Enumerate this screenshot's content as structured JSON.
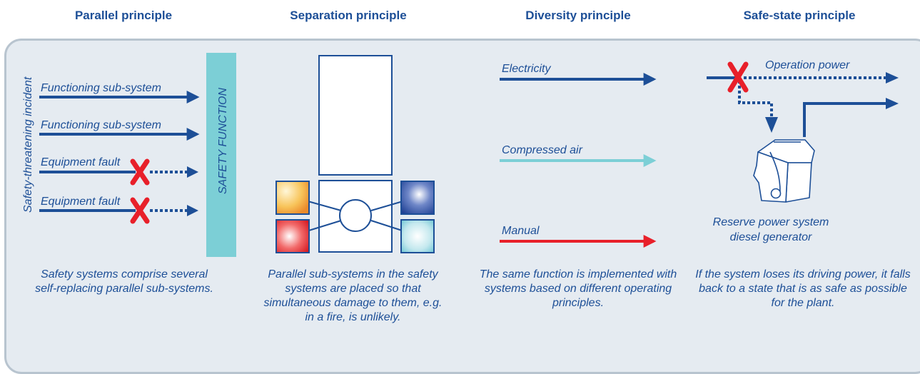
{
  "headers": {
    "parallel": "Parallel principle",
    "separation": "Separation principle",
    "diversity": "Diversity principle",
    "safe_state": "Safe-state principle"
  },
  "parallel": {
    "incident_label": "Safety-threatening incident",
    "safety_function_label": "SAFETY FUNCTION",
    "lines": [
      {
        "label": "Functioning sub-system",
        "status": "ok"
      },
      {
        "label": "Functioning sub-system",
        "status": "ok"
      },
      {
        "label": "Equipment fault",
        "status": "fault"
      },
      {
        "label": "Equipment fault",
        "status": "fault"
      }
    ],
    "caption": "Safety systems comprise several self-replacing parallel sub-systems."
  },
  "separation": {
    "caption": "Parallel sub-systems in the safety systems are placed so that simultaneous damage to them, e.g. in a fire, is unlikely."
  },
  "diversity": {
    "lines": [
      {
        "label": "Electricity",
        "color": "#1d4f97"
      },
      {
        "label": "Compressed air",
        "color": "#7ccfd6"
      },
      {
        "label": "Manual",
        "color": "#e8202a"
      }
    ],
    "caption": "The same function is implemented with systems based on different operating principles."
  },
  "safe_state": {
    "operation_power_label": "Operation power",
    "generator_label_line1": "Reserve power system",
    "generator_label_line2": "diesel generator",
    "caption": "If the system loses its driving power, it falls back to a state that is as safe as possible for the plant."
  },
  "colors": {
    "primary_blue": "#1d4f97",
    "teal": "#7ccfd6",
    "red": "#e8202a",
    "panel_bg": "#e5ebf1",
    "panel_border": "#b8c4cf"
  }
}
